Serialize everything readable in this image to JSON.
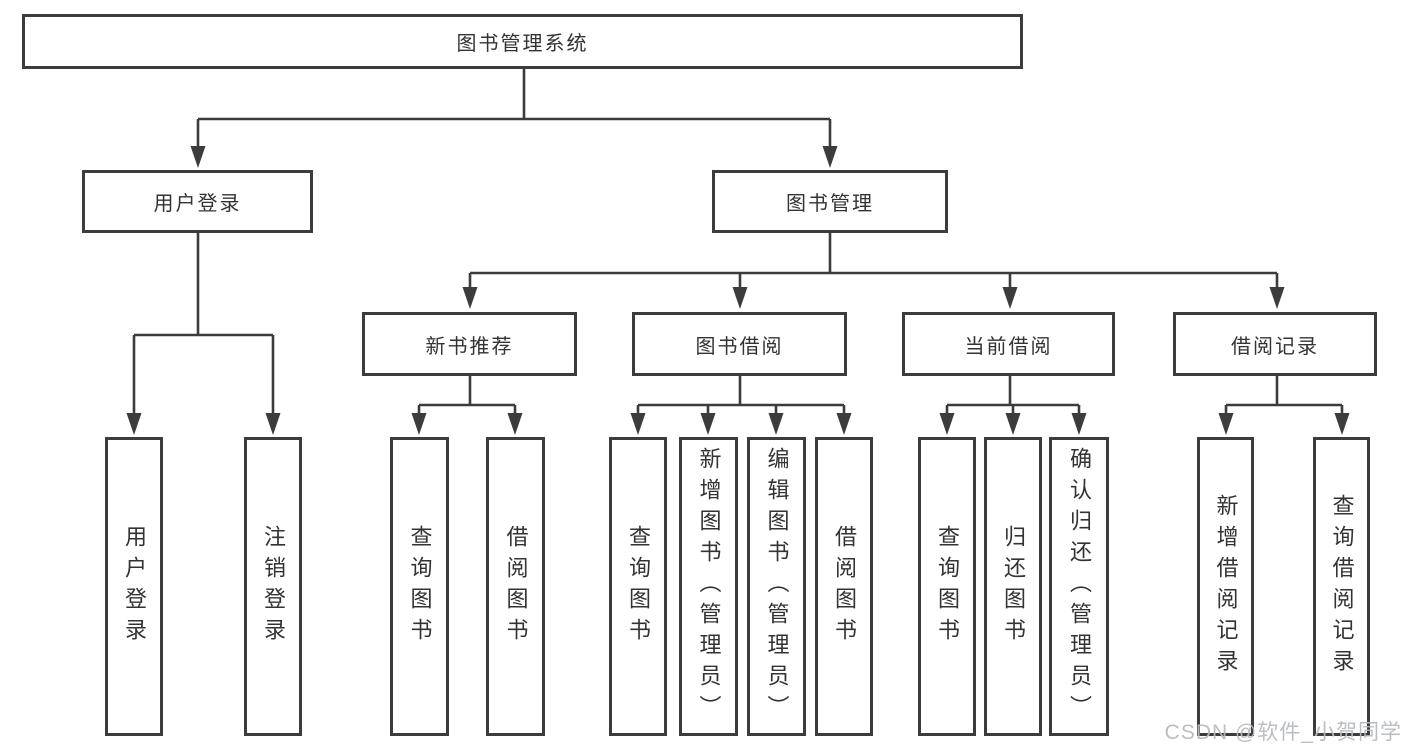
{
  "diagram": {
    "root": {
      "label": "图书管理系统"
    },
    "level2": [
      {
        "label": "用户登录"
      },
      {
        "label": "图书管理"
      }
    ],
    "level3": [
      {
        "label": "新书推荐"
      },
      {
        "label": "图书借阅"
      },
      {
        "label": "当前借阅"
      },
      {
        "label": "借阅记录"
      }
    ],
    "leaves": {
      "login": [
        "用户登录",
        "注销登录"
      ],
      "recommend": [
        "查询图书",
        "借阅图书"
      ],
      "borrow": [
        "查询图书",
        "新增图书（管理员）",
        "编辑图书（管理员）",
        "借阅图书"
      ],
      "current": [
        "查询图书",
        "归还图书",
        "确认归还（管理员）"
      ],
      "records": [
        "新增借阅记录",
        "查询借阅记录"
      ]
    }
  },
  "watermark": {
    "text": "CSDN @软件_小贺同学"
  },
  "colors": {
    "line": "#3c3c3c",
    "border": "#3c3c3c",
    "text": "#333333",
    "background": "#ffffff",
    "watermark": "#b6bac0"
  }
}
